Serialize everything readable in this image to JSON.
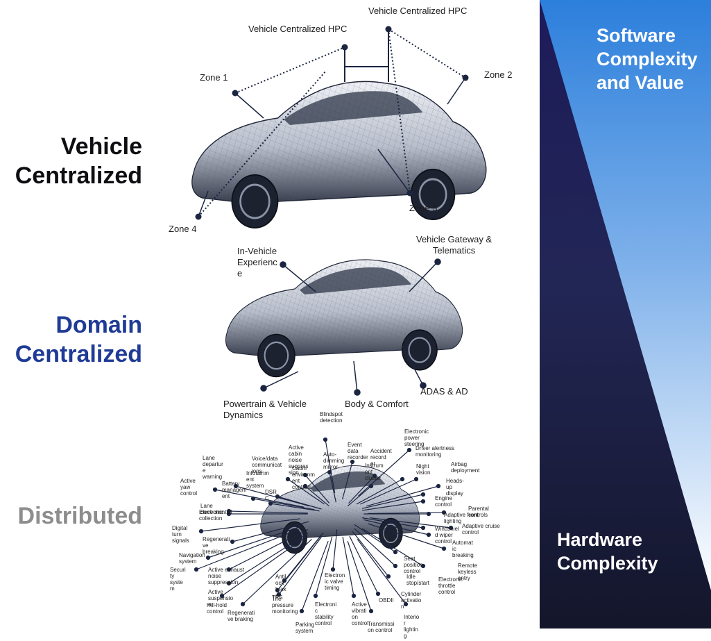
{
  "tiers": {
    "vehicle_centralized": [
      "Vehicle",
      "Centralized"
    ],
    "domain_centralized": [
      "Domain",
      "Centralized"
    ],
    "distributed": "Distributed"
  },
  "side_panel": {
    "top_lines": [
      "Software",
      "Complexity",
      "and Value"
    ],
    "bottom_lines": [
      "Hardware",
      "Complexity"
    ]
  },
  "vehicle_centralized_labels": {
    "hpc_left": "Vehicle Centralized HPC",
    "hpc_right": "Vehicle Centralized HPC",
    "zone1": "Zone 1",
    "zone2": "Zone 2",
    "zone3": "Zone 3",
    "zone4": "Zone 4"
  },
  "domain_centralized_labels": {
    "in_vehicle": [
      "In-Vehicle",
      "Experienc",
      "e"
    ],
    "gateway": [
      "Vehicle Gateway &",
      "Telematics"
    ],
    "powertrain": [
      "Powertrain & Vehicle",
      "Dynamics"
    ],
    "body": "Body & Comfort",
    "adas": "ADAS & AD"
  },
  "distributed_labels": [
    {
      "text": "Blindspot detection"
    },
    {
      "text": "Event data recorder"
    },
    {
      "text": "Accident record er"
    },
    {
      "text": "Electronic power steering"
    },
    {
      "text": "Driver alertness monitoring"
    },
    {
      "text": "Auto-dimming mirror"
    },
    {
      "text": "Active cabin noise suppres sion"
    },
    {
      "text": "Voice/data communicat ions"
    },
    {
      "text": "Cabin environm ent controls"
    },
    {
      "text": "Instrum ent cluster"
    },
    {
      "text": "Night vision"
    },
    {
      "text": "Airbag deployment"
    },
    {
      "text": "Lane departur e warning"
    },
    {
      "text": "Infotainm ent system"
    },
    {
      "text": "Heads-up display"
    },
    {
      "text": "Active yaw control"
    },
    {
      "text": "Battery managem ent"
    },
    {
      "text": "DSR C"
    },
    {
      "text": "Engine control"
    },
    {
      "text": "Parental controls"
    },
    {
      "text": "Lane correction"
    },
    {
      "text": "Electronic toll collection"
    },
    {
      "text": "Adaptive front lighting"
    },
    {
      "text": "Adaptive cruise control"
    },
    {
      "text": "Digital turn signals"
    },
    {
      "text": "Windshiel d wiper control"
    },
    {
      "text": "Regenerati ve breaking"
    },
    {
      "text": "Automat ic breaking"
    },
    {
      "text": "Navigation system"
    },
    {
      "text": "Remote keyless entry"
    },
    {
      "text": "Securi ty syste m"
    },
    {
      "text": "Active exhaust noise suppression"
    },
    {
      "text": "Seat position control"
    },
    {
      "text": "Idle stop/start"
    },
    {
      "text": "Active suspensio n"
    },
    {
      "text": "Antil ock brak e"
    },
    {
      "text": "Electron ic valve timing"
    },
    {
      "text": "Electronic throttle control"
    },
    {
      "text": "Cylinder activatio n"
    },
    {
      "text": "Hill-hold control"
    },
    {
      "text": "TPS"
    },
    {
      "text": "Tire pressure monitoring"
    },
    {
      "text": "Regenerati ve braking"
    },
    {
      "text": "Electroni c stability control"
    },
    {
      "text": "Active vibrati on control"
    },
    {
      "text": "OBDII"
    },
    {
      "text": "Parking system"
    },
    {
      "text": "Transmissi on control"
    },
    {
      "text": "Interio r lightin g"
    }
  ]
}
